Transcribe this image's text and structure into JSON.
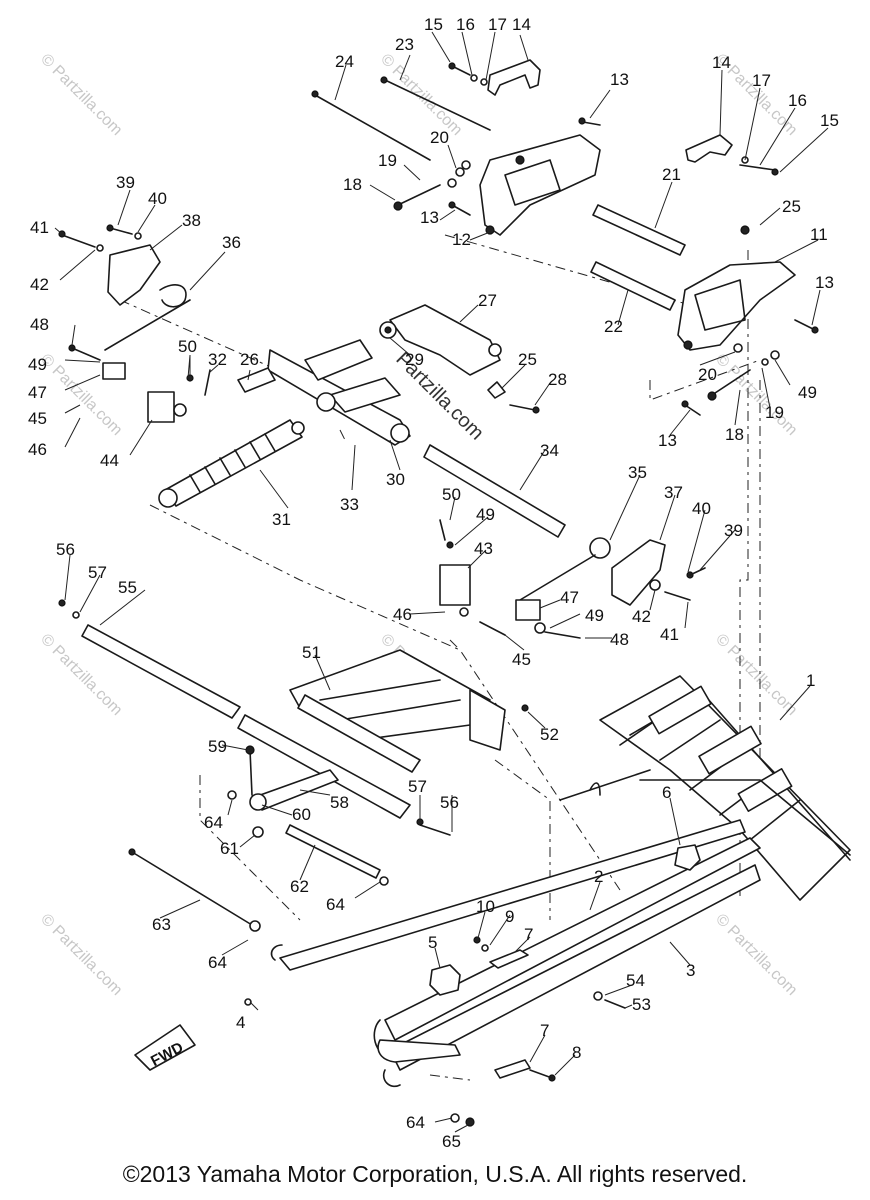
{
  "diagram": {
    "callouts": [
      {
        "id": "c15a",
        "text": "15"
      },
      {
        "id": "c16a",
        "text": "16"
      },
      {
        "id": "c17a",
        "text": "17"
      },
      {
        "id": "c14a",
        "text": "14"
      },
      {
        "id": "c23",
        "text": "23"
      },
      {
        "id": "c24",
        "text": "24"
      },
      {
        "id": "c13a",
        "text": "13"
      },
      {
        "id": "c14b",
        "text": "14"
      },
      {
        "id": "c17b",
        "text": "17"
      },
      {
        "id": "c16b",
        "text": "16"
      },
      {
        "id": "c15b",
        "text": "15"
      },
      {
        "id": "c20a",
        "text": "20"
      },
      {
        "id": "c19a",
        "text": "19"
      },
      {
        "id": "c18a",
        "text": "18"
      },
      {
        "id": "c21",
        "text": "21"
      },
      {
        "id": "c25a",
        "text": "25"
      },
      {
        "id": "c13b",
        "text": "13"
      },
      {
        "id": "c12",
        "text": "12"
      },
      {
        "id": "c11",
        "text": "11"
      },
      {
        "id": "c13c",
        "text": "13"
      },
      {
        "id": "c22",
        "text": "22"
      },
      {
        "id": "c39a",
        "text": "39"
      },
      {
        "id": "c40a",
        "text": "40"
      },
      {
        "id": "c38",
        "text": "38"
      },
      {
        "id": "c41a",
        "text": "41"
      },
      {
        "id": "c36",
        "text": "36"
      },
      {
        "id": "c42a",
        "text": "42"
      },
      {
        "id": "c27",
        "text": "27"
      },
      {
        "id": "c48a",
        "text": "48"
      },
      {
        "id": "c29",
        "text": "29"
      },
      {
        "id": "c49a",
        "text": "49"
      },
      {
        "id": "c50a",
        "text": "50"
      },
      {
        "id": "c32",
        "text": "32"
      },
      {
        "id": "c26",
        "text": "26"
      },
      {
        "id": "c25b",
        "text": "25"
      },
      {
        "id": "c20b",
        "text": "20"
      },
      {
        "id": "c49b",
        "text": "49"
      },
      {
        "id": "c28",
        "text": "28"
      },
      {
        "id": "c47a",
        "text": "47"
      },
      {
        "id": "c19b",
        "text": "19"
      },
      {
        "id": "c45a",
        "text": "45"
      },
      {
        "id": "c18b",
        "text": "18"
      },
      {
        "id": "c13d",
        "text": "13"
      },
      {
        "id": "c46a",
        "text": "46"
      },
      {
        "id": "c44",
        "text": "44"
      },
      {
        "id": "c34",
        "text": "34"
      },
      {
        "id": "c30",
        "text": "30"
      },
      {
        "id": "c33",
        "text": "33"
      },
      {
        "id": "c31",
        "text": "31"
      },
      {
        "id": "c35",
        "text": "35"
      },
      {
        "id": "c37",
        "text": "37"
      },
      {
        "id": "c50b",
        "text": "50"
      },
      {
        "id": "c40b",
        "text": "40"
      },
      {
        "id": "c49c",
        "text": "49"
      },
      {
        "id": "c39b",
        "text": "39"
      },
      {
        "id": "c43",
        "text": "43"
      },
      {
        "id": "c56a",
        "text": "56"
      },
      {
        "id": "c57a",
        "text": "57"
      },
      {
        "id": "c55",
        "text": "55"
      },
      {
        "id": "c47b",
        "text": "47"
      },
      {
        "id": "c49d",
        "text": "49"
      },
      {
        "id": "c42b",
        "text": "42"
      },
      {
        "id": "c48b",
        "text": "48"
      },
      {
        "id": "c41b",
        "text": "41"
      },
      {
        "id": "c46b",
        "text": "46"
      },
      {
        "id": "c45b",
        "text": "45"
      },
      {
        "id": "c51",
        "text": "51"
      },
      {
        "id": "c1",
        "text": "1"
      },
      {
        "id": "c52",
        "text": "52"
      },
      {
        "id": "c59",
        "text": "59"
      },
      {
        "id": "c6",
        "text": "6"
      },
      {
        "id": "c64a",
        "text": "64"
      },
      {
        "id": "c60",
        "text": "60"
      },
      {
        "id": "c58",
        "text": "58"
      },
      {
        "id": "c57b",
        "text": "57"
      },
      {
        "id": "c56b",
        "text": "56"
      },
      {
        "id": "c61",
        "text": "61"
      },
      {
        "id": "c62",
        "text": "62"
      },
      {
        "id": "c2",
        "text": "2"
      },
      {
        "id": "c64b",
        "text": "64"
      },
      {
        "id": "c63",
        "text": "63"
      },
      {
        "id": "c10",
        "text": "10"
      },
      {
        "id": "c9",
        "text": "9"
      },
      {
        "id": "c7a",
        "text": "7"
      },
      {
        "id": "c3",
        "text": "3"
      },
      {
        "id": "c5",
        "text": "5"
      },
      {
        "id": "c64c",
        "text": "64"
      },
      {
        "id": "c54",
        "text": "54"
      },
      {
        "id": "c53",
        "text": "53"
      },
      {
        "id": "c4",
        "text": "4"
      },
      {
        "id": "c7b",
        "text": "7"
      },
      {
        "id": "c8",
        "text": "8"
      },
      {
        "id": "c64d",
        "text": "64"
      },
      {
        "id": "c65",
        "text": "65"
      }
    ],
    "direction_tag": "FWD",
    "watermark_center": "Partzilla.com",
    "watermark_corner": "© Partzilla.com"
  },
  "footer": {
    "copyright": "©2013 Yamaha Motor Corporation, U.S.A. All rights reserved."
  }
}
